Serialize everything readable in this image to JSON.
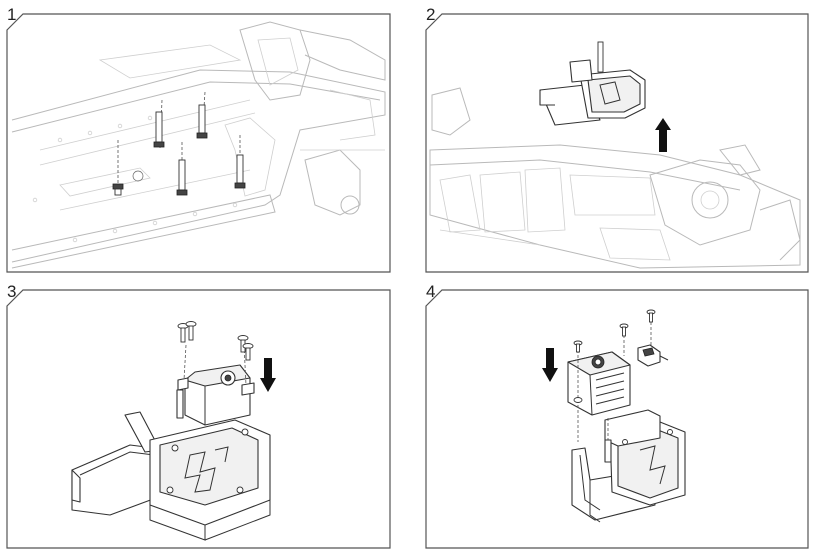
{
  "steps": [
    {
      "label": "1"
    },
    {
      "label": "2"
    },
    {
      "label": "3"
    },
    {
      "label": "4"
    }
  ],
  "icons": {
    "arrow_step2": "arrow-up-icon",
    "arrow_step3": "arrow-down-icon",
    "arrow_step4": "arrow-down-icon"
  }
}
